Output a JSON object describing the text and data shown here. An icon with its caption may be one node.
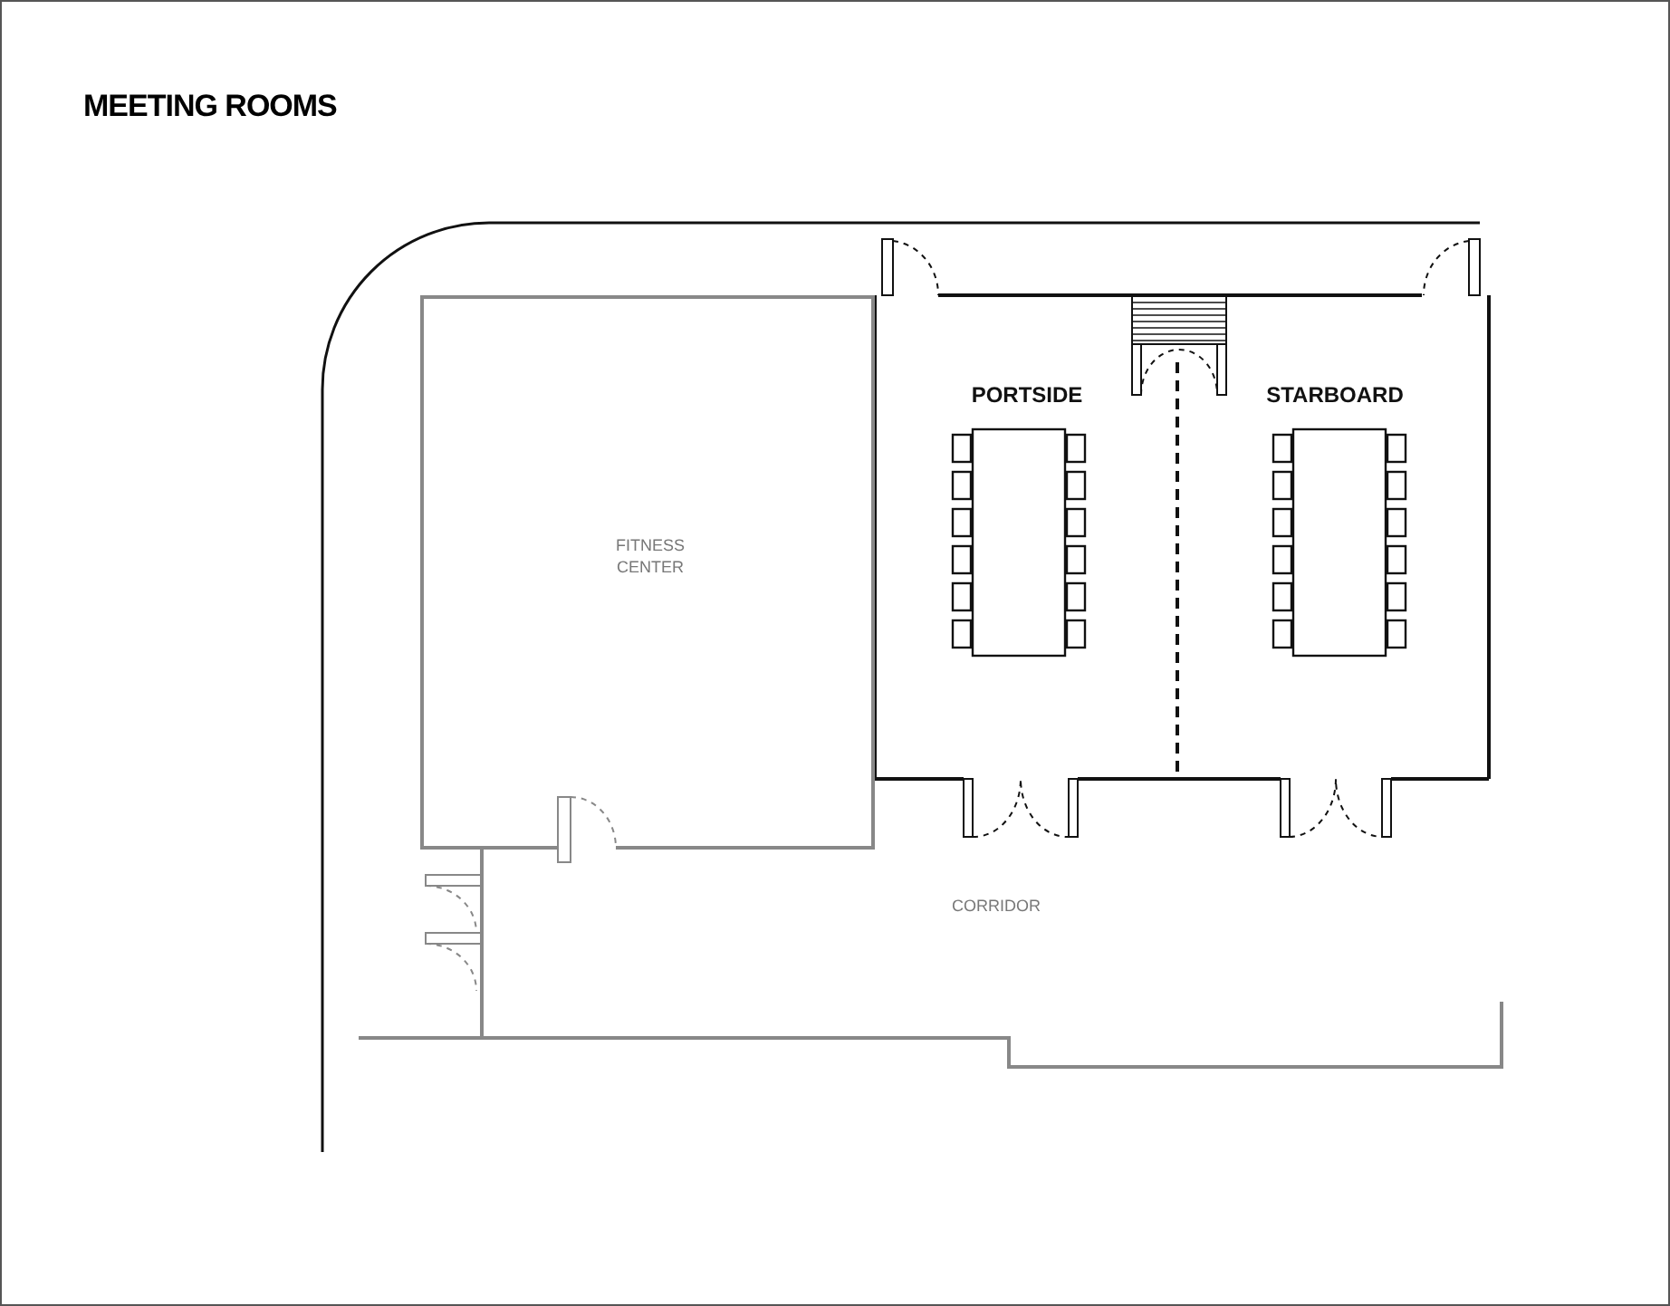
{
  "diagram": {
    "title": "MEETING ROOMS",
    "nodes": [
      {
        "text": [
          "FITNESS CENTER"
        ]
      }
    ],
    "labels": [
      "PORTSIDE",
      "STARBOARD",
      "CORRIDOR"
    ]
  }
}
